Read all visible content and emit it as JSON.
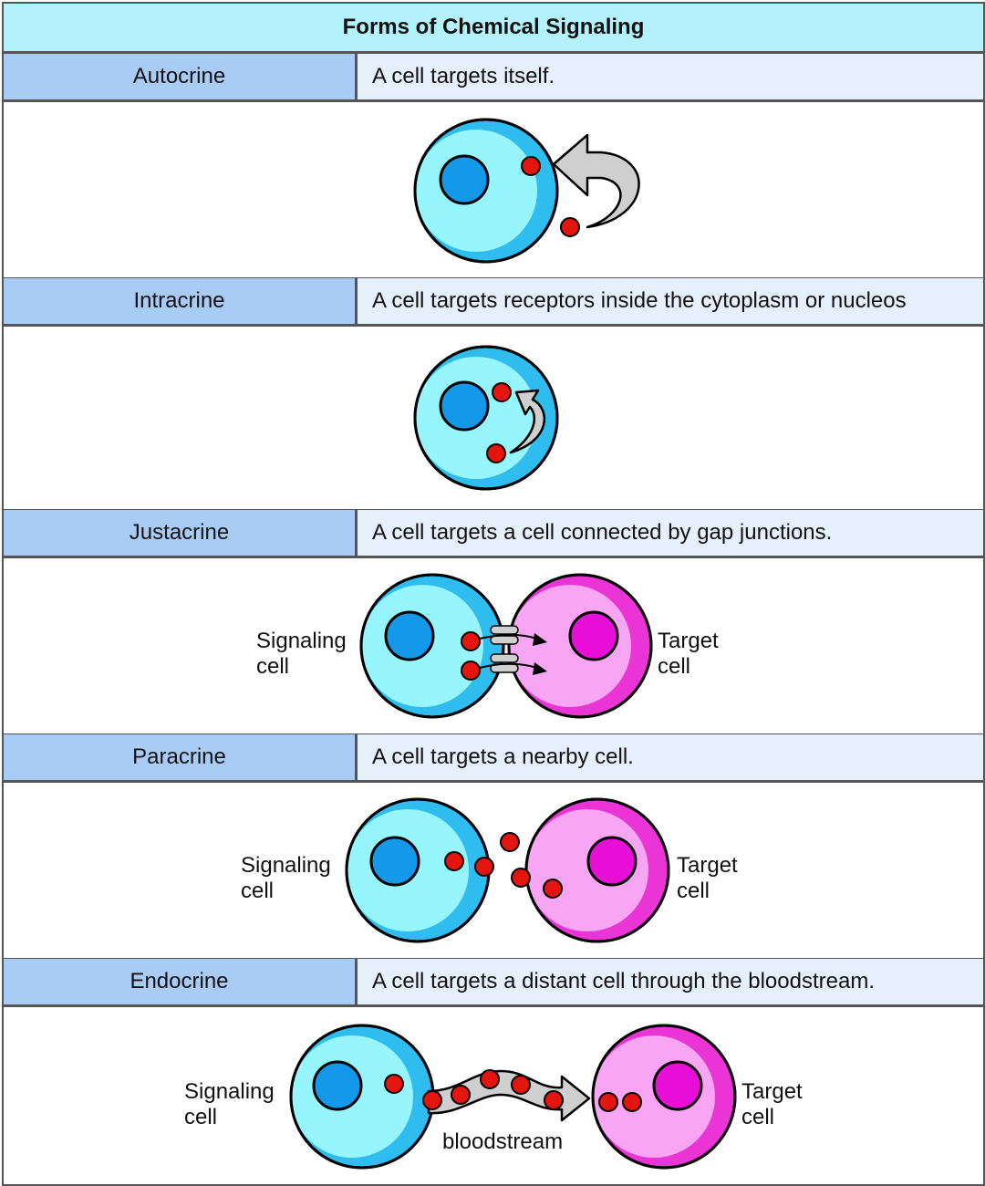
{
  "title": "Forms of Chemical Signaling",
  "rows": [
    {
      "name": "Autocrine",
      "description": "A cell targets itself."
    },
    {
      "name": "Intracrine",
      "description": "A cell targets receptors inside the cytoplasm or nucleos"
    },
    {
      "name": "Justacrine",
      "description": "A cell targets a cell connected by gap junctions."
    },
    {
      "name": "Paracrine",
      "description": "A cell targets a nearby cell."
    },
    {
      "name": "Endocrine",
      "description": "A cell targets a distant cell through the bloodstream."
    }
  ],
  "labels": {
    "signaling_line1": "Signaling",
    "signaling_line2": "cell",
    "target_line1": "Target",
    "target_line2": "cell",
    "bloodstream": "bloodstream"
  },
  "colors": {
    "signaling_cell": "#97f5fd",
    "signaling_cell_rim": "#2fbdf0",
    "signaling_nucleus": "#1499ea",
    "target_cell": "#f8a6f4",
    "target_cell_rim": "#ea34d6",
    "target_nucleus": "#e70fd8",
    "molecule": "#e4140f",
    "arrow": "#cfcfcf"
  }
}
